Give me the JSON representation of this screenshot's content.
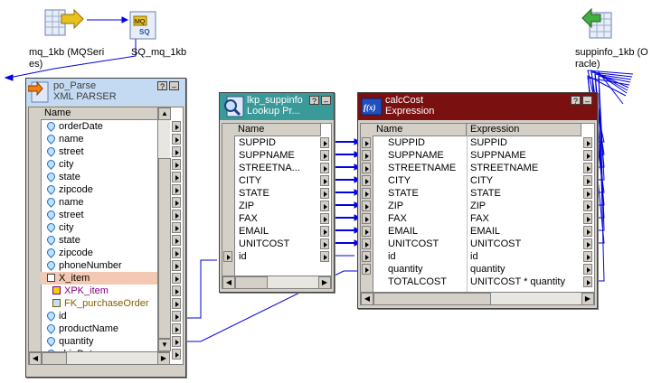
{
  "canvas_icons": {
    "source_def": {
      "label_line1": "mq_1kb (MQSeri",
      "label_line2": "es)",
      "icon": "mq-source-definition-icon"
    },
    "source_qualifier": {
      "label": "SQ_mq_1kb",
      "icon": "mq-source-qualifier-icon"
    },
    "target_def": {
      "label_line1": "suppinfo_1kb (O",
      "label_line2": "racle)",
      "icon": "oracle-target-definition-icon"
    }
  },
  "xml_parser": {
    "title_line1": "po_Parse",
    "title_line2": "XML PARSER",
    "column_header": "Name",
    "help_button": "?",
    "minimize_button": "–",
    "ports": [
      {
        "name": "orderDate",
        "icon": "port-icon"
      },
      {
        "name": "name",
        "icon": "port-icon"
      },
      {
        "name": "street",
        "icon": "port-icon"
      },
      {
        "name": "city",
        "icon": "port-icon"
      },
      {
        "name": "state",
        "icon": "port-icon"
      },
      {
        "name": "zipcode",
        "icon": "port-icon"
      },
      {
        "name": "name",
        "icon": "port-icon"
      },
      {
        "name": "street",
        "icon": "port-icon"
      },
      {
        "name": "city",
        "icon": "port-icon"
      },
      {
        "name": "state",
        "icon": "port-icon"
      },
      {
        "name": "zipcode",
        "icon": "port-icon"
      },
      {
        "name": "phoneNumber",
        "icon": "port-icon"
      },
      {
        "name": "X_item",
        "icon": "group-icon",
        "selected": true
      },
      {
        "name": "XPK_item",
        "icon": "primary-key-icon",
        "color": "#800080"
      },
      {
        "name": "FK_purchaseOrder",
        "icon": "foreign-key-icon",
        "color": "#806000"
      },
      {
        "name": "id",
        "icon": "port-icon"
      },
      {
        "name": "productName",
        "icon": "port-icon"
      },
      {
        "name": "quantity",
        "icon": "port-icon"
      },
      {
        "name": "shipDate",
        "icon": "port-icon"
      }
    ]
  },
  "lookup": {
    "title_line1": "lkp_suppinfo",
    "title_line2": "Lookup Pr...",
    "column_header": "Name",
    "help_button": "?",
    "minimize_button": "–",
    "ports": [
      "SUPPID",
      "SUPPNAME",
      "STREETNA...",
      "CITY",
      "STATE",
      "ZIP",
      "FAX",
      "EMAIL",
      "UNITCOST",
      "id"
    ]
  },
  "expression": {
    "title_line1": "calcCost",
    "title_line2": "Expression",
    "column_header_name": "Name",
    "column_header_expr": "Expression",
    "help_button": "?",
    "minimize_button": "–",
    "ports": [
      {
        "name": "SUPPID",
        "expr": "SUPPID"
      },
      {
        "name": "SUPPNAME",
        "expr": "SUPPNAME"
      },
      {
        "name": "STREETNAME",
        "expr": "STREETNAME"
      },
      {
        "name": "CITY",
        "expr": "CITY"
      },
      {
        "name": "STATE",
        "expr": "STATE"
      },
      {
        "name": "ZIP",
        "expr": "ZIP"
      },
      {
        "name": "FAX",
        "expr": "FAX"
      },
      {
        "name": "EMAIL",
        "expr": "EMAIL"
      },
      {
        "name": "UNITCOST",
        "expr": "UNITCOST"
      },
      {
        "name": "id",
        "expr": "id"
      },
      {
        "name": "quantity",
        "expr": "quantity"
      },
      {
        "name": "TOTALCOST",
        "expr": "UNITCOST * quantity"
      }
    ]
  },
  "colors": {
    "xml_title_bg": "#c4daf2",
    "lookup_title_bg": "#3a9a9a",
    "expression_title_bg": "#7a1010",
    "link_color": "#0000e0",
    "selected_row_bg": "#f4c9b4"
  }
}
